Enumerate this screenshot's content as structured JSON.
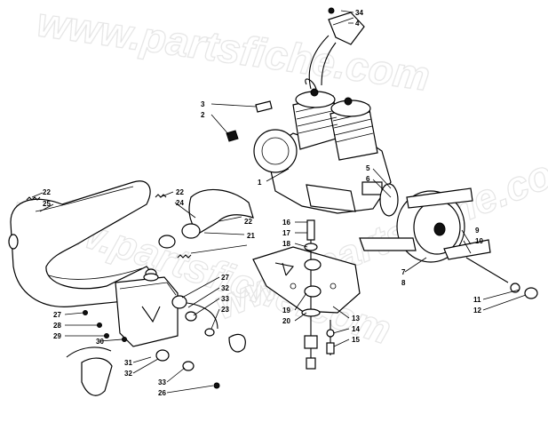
{
  "diagram": {
    "type": "exploded-parts-diagram",
    "watermark": "www.partsfiche.com",
    "callouts": [
      {
        "id": "c34",
        "text": "34"
      },
      {
        "id": "c4",
        "text": "4"
      },
      {
        "id": "c3",
        "text": "3"
      },
      {
        "id": "c2",
        "text": "2"
      },
      {
        "id": "c1",
        "text": "1"
      },
      {
        "id": "c5",
        "text": "5"
      },
      {
        "id": "c6",
        "text": "6"
      },
      {
        "id": "c22a",
        "text": "22"
      },
      {
        "id": "c25",
        "text": "25"
      },
      {
        "id": "c22b",
        "text": "22"
      },
      {
        "id": "c24",
        "text": "24"
      },
      {
        "id": "c22c",
        "text": "22"
      },
      {
        "id": "c21",
        "text": "21"
      },
      {
        "id": "c16",
        "text": "16"
      },
      {
        "id": "c17",
        "text": "17"
      },
      {
        "id": "c18",
        "text": "18"
      },
      {
        "id": "c9",
        "text": "9"
      },
      {
        "id": "c10",
        "text": "10"
      },
      {
        "id": "c7",
        "text": "7"
      },
      {
        "id": "c8",
        "text": "8"
      },
      {
        "id": "c27a",
        "text": "27"
      },
      {
        "id": "c32a",
        "text": "32"
      },
      {
        "id": "c33a",
        "text": "33"
      },
      {
        "id": "c23",
        "text": "23"
      },
      {
        "id": "c19",
        "text": "19"
      },
      {
        "id": "c20",
        "text": "20"
      },
      {
        "id": "c13",
        "text": "13"
      },
      {
        "id": "c14",
        "text": "14"
      },
      {
        "id": "c15",
        "text": "15"
      },
      {
        "id": "c11",
        "text": "11"
      },
      {
        "id": "c12",
        "text": "12"
      },
      {
        "id": "c27b",
        "text": "27"
      },
      {
        "id": "c28",
        "text": "28"
      },
      {
        "id": "c29",
        "text": "29"
      },
      {
        "id": "c30",
        "text": "30"
      },
      {
        "id": "c31",
        "text": "31"
      },
      {
        "id": "c32b",
        "text": "32"
      },
      {
        "id": "c33b",
        "text": "33"
      },
      {
        "id": "c26",
        "text": "26"
      }
    ]
  }
}
